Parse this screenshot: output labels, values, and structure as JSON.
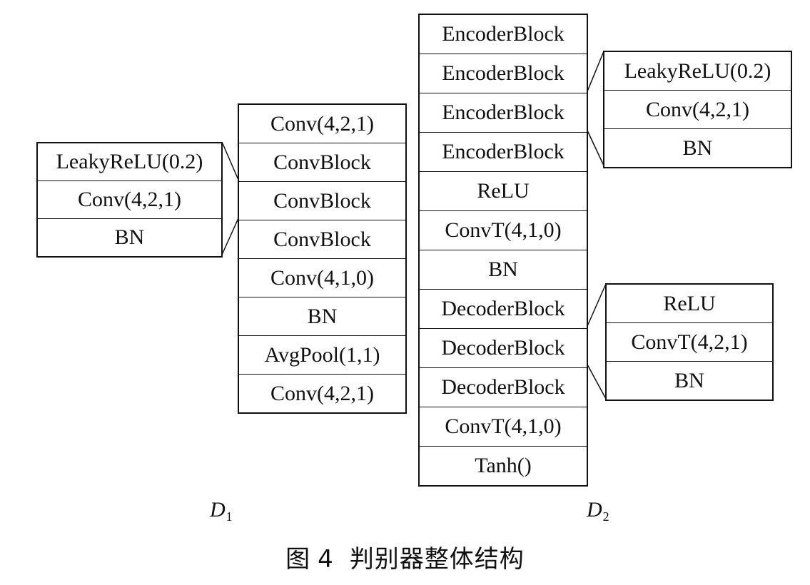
{
  "d1": {
    "label_letter": "D",
    "label_sub": "1",
    "main_stack": [
      "Conv(4,2,1)",
      "ConvBlock",
      "ConvBlock",
      "ConvBlock",
      "Conv(4,1,0)",
      "BN",
      "AvgPool(1,1)",
      "Conv(4,2,1)"
    ],
    "conv_block_detail": [
      "LeakyReLU(0.2)",
      "Conv(4,2,1)",
      "BN"
    ]
  },
  "d2": {
    "label_letter": "D",
    "label_sub": "2",
    "main_stack": [
      "EncoderBlock",
      "EncoderBlock",
      "EncoderBlock",
      "EncoderBlock",
      "ReLU",
      "ConvT(4,1,0)",
      "BN",
      "DecoderBlock",
      "DecoderBlock",
      "DecoderBlock",
      "ConvT(4,1,0)",
      "Tanh()"
    ],
    "encoder_block_detail": [
      "LeakyReLU(0.2)",
      "Conv(4,2,1)",
      "BN"
    ],
    "decoder_block_detail": [
      "ReLU",
      "ConvT(4,2,1)",
      "BN"
    ]
  },
  "caption": {
    "prefix": "图",
    "number": "4",
    "title": "判别器整体结构"
  }
}
